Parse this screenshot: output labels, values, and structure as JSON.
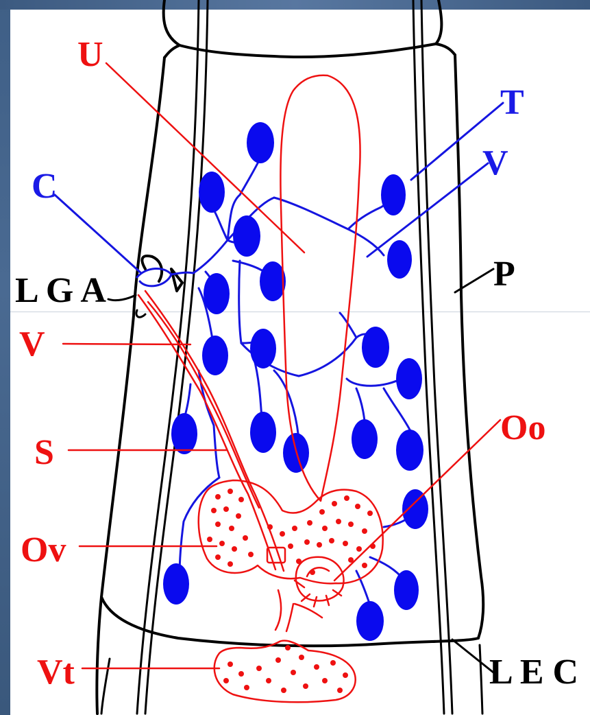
{
  "labels": {
    "U": "U",
    "T": "T",
    "V_blue": "V",
    "C": "C",
    "P": "P",
    "LGA": "L G A",
    "V_red": "V",
    "S": "S",
    "Oo": "Oo",
    "Ov": "Ov",
    "Vt": "Vt",
    "LEC": "L E C"
  },
  "colors": {
    "female_structures": "#ee1111",
    "male_structures": "#1515e0",
    "outline": "#000000",
    "slide_frame": "#4a6a92"
  }
}
